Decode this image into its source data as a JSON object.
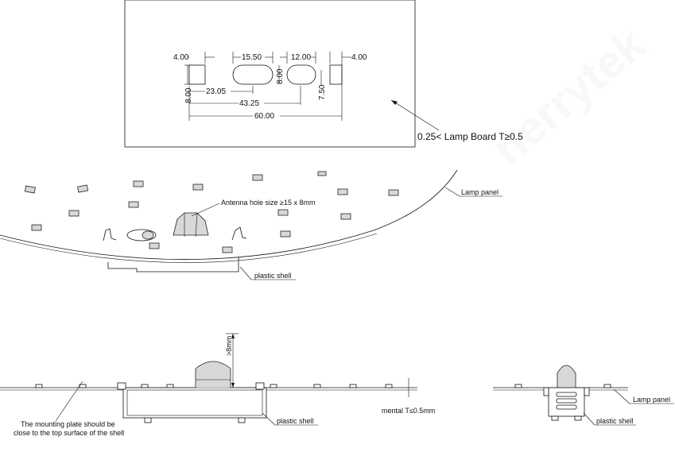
{
  "drawing": {
    "hole_spec": {
      "dims": {
        "d_4_left": "4.00",
        "d_15_50": "15.50",
        "d_12_00": "12.00",
        "d_4_right": "4.00",
        "d_8_left": "8.00",
        "d_8_mid": "8.00",
        "d_23_05": "23.05",
        "d_7_50": "7.50",
        "d_43_25": "43.25",
        "d_60_00": "60.00"
      },
      "thickness_note": "0.25< Lamp Board T≥0.5"
    },
    "perspective": {
      "antenna_note": "Antenna hole size ≥15 x 8mm",
      "lamp_panel_label": "Lamp panel",
      "plastic_shell_label": "plastic shell"
    },
    "side_view": {
      "gap_dim": ">8mm",
      "mounting_note_line1": "The mounting plate should be",
      "mounting_note_line2": "close to the top surface of the shell",
      "plastic_shell_label": "plastic shell",
      "metal_note": "mental T≤0.5mm"
    },
    "end_view": {
      "lamp_panel_label": "Lamp panel",
      "plastic_shell_label": "plastic shell"
    }
  }
}
